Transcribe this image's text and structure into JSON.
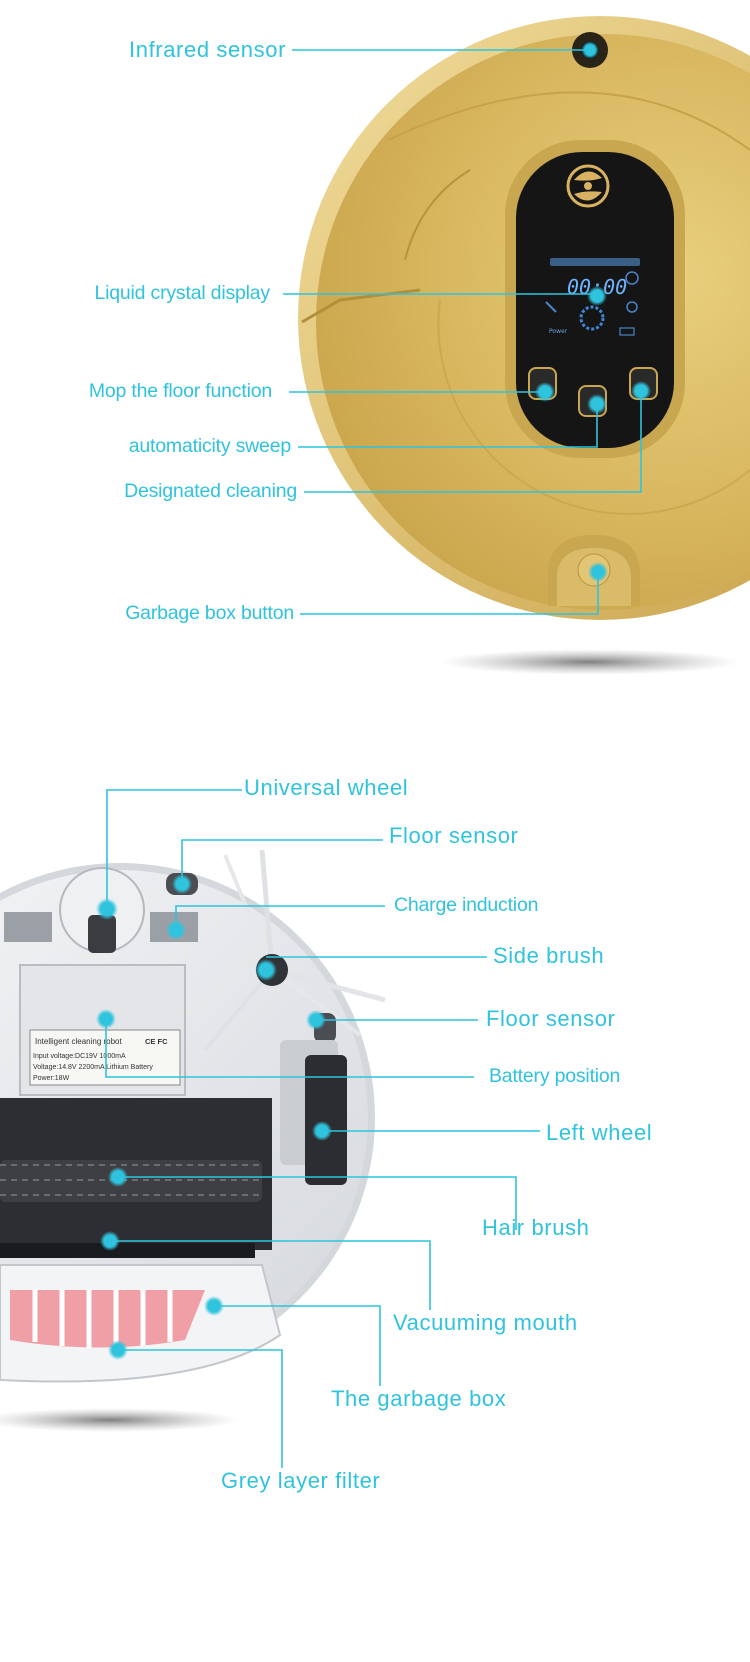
{
  "colors": {
    "accent": "#2fc3dd",
    "robot_body": "#d7b75d",
    "robot_rim": "#e6cf8a",
    "display_panel": "#151515",
    "underside": "#e9ebee",
    "filter": "#f08f98"
  },
  "top_callouts": [
    {
      "label": "Infrared sensor"
    },
    {
      "label": "Liquid crystal display"
    },
    {
      "label": "Mop the floor function"
    },
    {
      "label": "automaticity sweep"
    },
    {
      "label": "Designated cleaning"
    },
    {
      "label": "Garbage box button"
    }
  ],
  "bottom_callouts": [
    {
      "label": "Universal wheel"
    },
    {
      "label": "Floor sensor"
    },
    {
      "label": "Charge induction"
    },
    {
      "label": "Side brush"
    },
    {
      "label": "Floor sensor"
    },
    {
      "label": "Battery position"
    },
    {
      "label": "Left wheel"
    },
    {
      "label": "Hair brush"
    },
    {
      "label": "Vacuuming mouth"
    },
    {
      "label": "The garbage box"
    },
    {
      "label": "Grey layer filter"
    }
  ],
  "display_readout": {
    "time": "00:00",
    "power_text": "Power"
  },
  "product_label": {
    "line1": "Intelligent cleaning robot",
    "line2": "Input voltage:DC19V 1000mA",
    "line3": "Voltage:14.8V 2200mA Lithium Battery",
    "line4": "Power:18W",
    "marks": "CE FC"
  }
}
